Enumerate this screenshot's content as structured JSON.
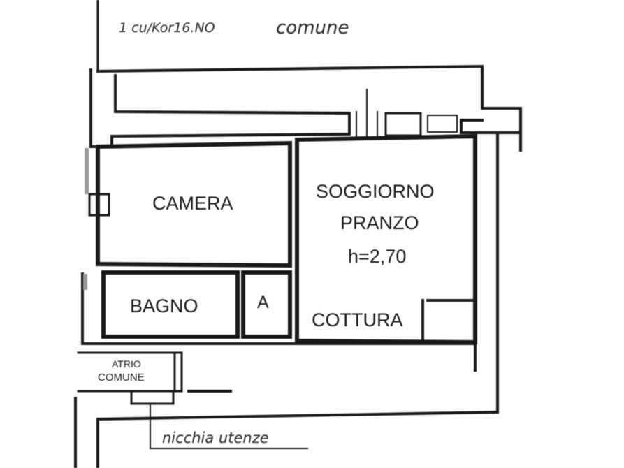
{
  "labels": {
    "top_left_note": "1 cu/Kor16.NO",
    "top_common": "comune",
    "camera": "CAMERA",
    "soggiorno": "SOGGIORNO",
    "pranzo": "PRANZO",
    "height": "h=2,70",
    "bagno": "BAGNO",
    "storage": "A",
    "cottura": "COTTURA",
    "atrio": "ATRIO",
    "atrio_comune": "COMUNE",
    "nicchia": "nicchia utenze"
  },
  "colors": {
    "wall": "#1a1a1a",
    "background": "#ffffff",
    "hatch": "#9a9a9a"
  }
}
